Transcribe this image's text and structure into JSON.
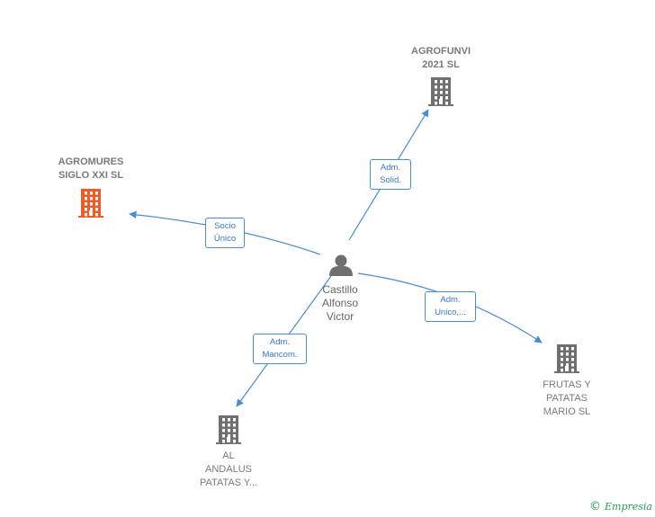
{
  "center": {
    "label_lines": [
      "Castillo",
      "Alfonso",
      "Victor"
    ],
    "icon": "person-icon"
  },
  "companies": [
    {
      "id": "agrofunvi",
      "label_lines": [
        "AGROFUNVI",
        "2021  SL"
      ],
      "icon": "building-icon",
      "color": "#6f6f6f"
    },
    {
      "id": "agromures",
      "label_lines": [
        "AGROMURES",
        "SIGLO XXI  SL"
      ],
      "icon": "building-icon",
      "color": "#f05a24"
    },
    {
      "id": "frutas",
      "label_lines": [
        "FRUTAS Y",
        "PATATAS",
        "MARIO SL"
      ],
      "icon": "building-icon",
      "color": "#6f6f6f"
    },
    {
      "id": "al-andalus",
      "label_lines": [
        "AL",
        "ANDALUS",
        "PATATAS Y..."
      ],
      "icon": "building-icon",
      "color": "#6f6f6f"
    }
  ],
  "edges": [
    {
      "to": "agrofunvi",
      "label_lines": [
        "Adm.",
        "Solid."
      ]
    },
    {
      "to": "agromures",
      "label_lines": [
        "Socio",
        "Único"
      ]
    },
    {
      "to": "frutas",
      "label_lines": [
        "Adm.",
        "Unico,..."
      ]
    },
    {
      "to": "al-andalus",
      "label_lines": [
        "Adm.",
        "Mancom."
      ]
    }
  ],
  "colors": {
    "edge": "#4a8bd6",
    "highlight": "#f05a24",
    "neutral": "#6f6f6f"
  },
  "brand": {
    "symbol": "©",
    "name": "Empresia"
  }
}
